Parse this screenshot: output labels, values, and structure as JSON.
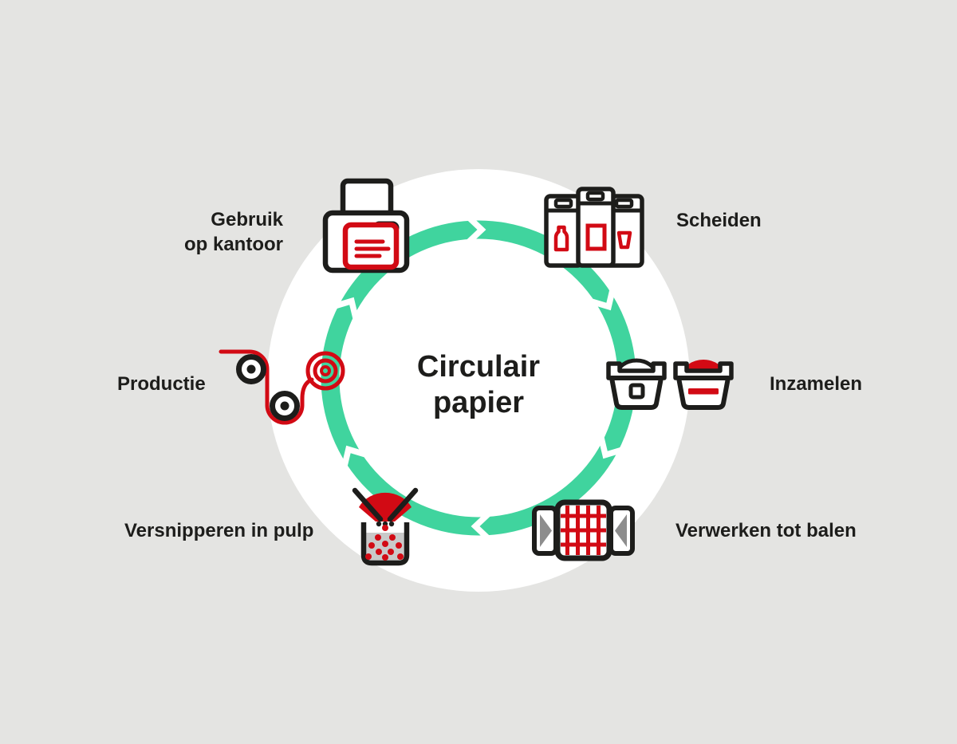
{
  "title": "Circulair\npapier",
  "stages": [
    {
      "name": "gebruik-op-kantoor",
      "label": "Gebruik\nop kantoor",
      "icon": "printer-icon"
    },
    {
      "name": "scheiden",
      "label": "Scheiden",
      "icon": "waste-bins-icon"
    },
    {
      "name": "inzamelen",
      "label": "Inzamelen",
      "icon": "collection-containers-icon"
    },
    {
      "name": "verwerken-tot-balen",
      "label": "Verwerken tot balen",
      "icon": "paper-bale-icon"
    },
    {
      "name": "versnipperen-in-pulp",
      "label": "Versnipperen in pulp",
      "icon": "pulp-shredder-icon"
    },
    {
      "name": "productie",
      "label": "Productie",
      "icon": "paper-roll-machine-icon"
    }
  ],
  "cycle": {
    "direction": "clockwise",
    "segments": 6
  },
  "colors": {
    "background": "#e4e4e2",
    "ring-green": "#40d49e",
    "accent-red": "#d20a14",
    "ink-black": "#1d1d1b",
    "plate-gray": "#8d8d8d",
    "pulp-gray": "#c9c9c9",
    "circle-white": "#ffffff"
  }
}
